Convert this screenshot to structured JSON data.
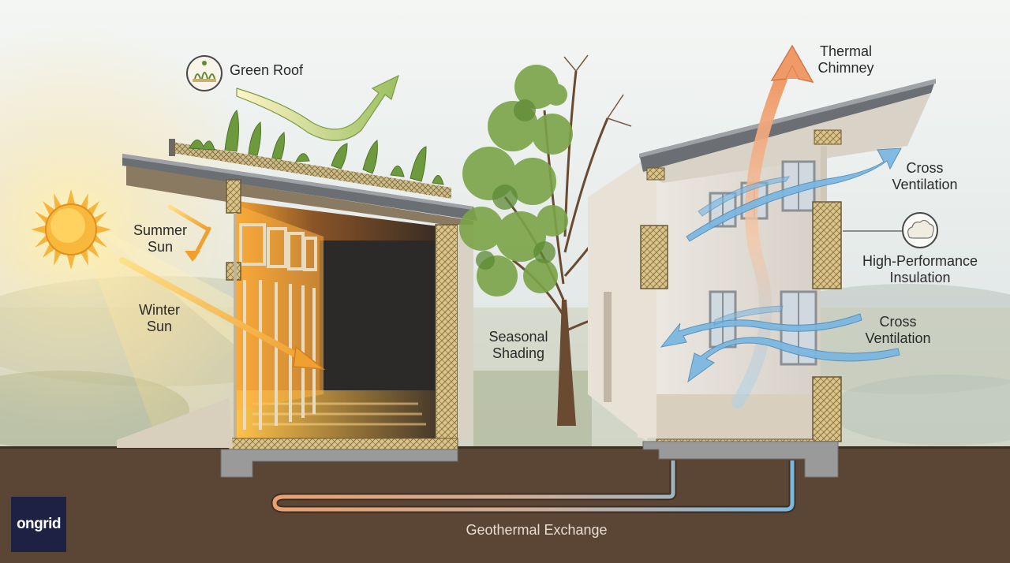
{
  "labels": {
    "green_roof": "Green Roof",
    "summer_sun_line1": "Summer",
    "summer_sun_line2": "Sun",
    "winter_sun_line1": "Winter",
    "winter_sun_line2": "Sun",
    "seasonal_shading_line1": "Seasonal",
    "seasonal_shading_line2": "Shading",
    "thermal_chimney_line1": "Thermal",
    "thermal_chimney_line2": "Chimney",
    "cross_ventilation_top_line1": "Cross",
    "cross_ventilation_top_line2": "Ventilation",
    "insulation_line1": "High-Performance",
    "insulation_line2": "Insulation",
    "cross_ventilation_bottom_line1": "Cross",
    "cross_ventilation_bottom_line2": "Ventilation",
    "geothermal": "Geothermal Exchange"
  },
  "brand": {
    "logo_text": "ongrid"
  },
  "icons": [
    "sun-icon",
    "green-roof-icon",
    "insulation-icon"
  ],
  "colors": {
    "sky": "#e9eef0",
    "ground": "#5a4636",
    "warm_arrow": "#e8a040",
    "cool_arrow": "#6bb0dc",
    "chimney_arrow": "#f0a070",
    "foliage": "#7aa048",
    "logo_bg": "#1d2244"
  }
}
